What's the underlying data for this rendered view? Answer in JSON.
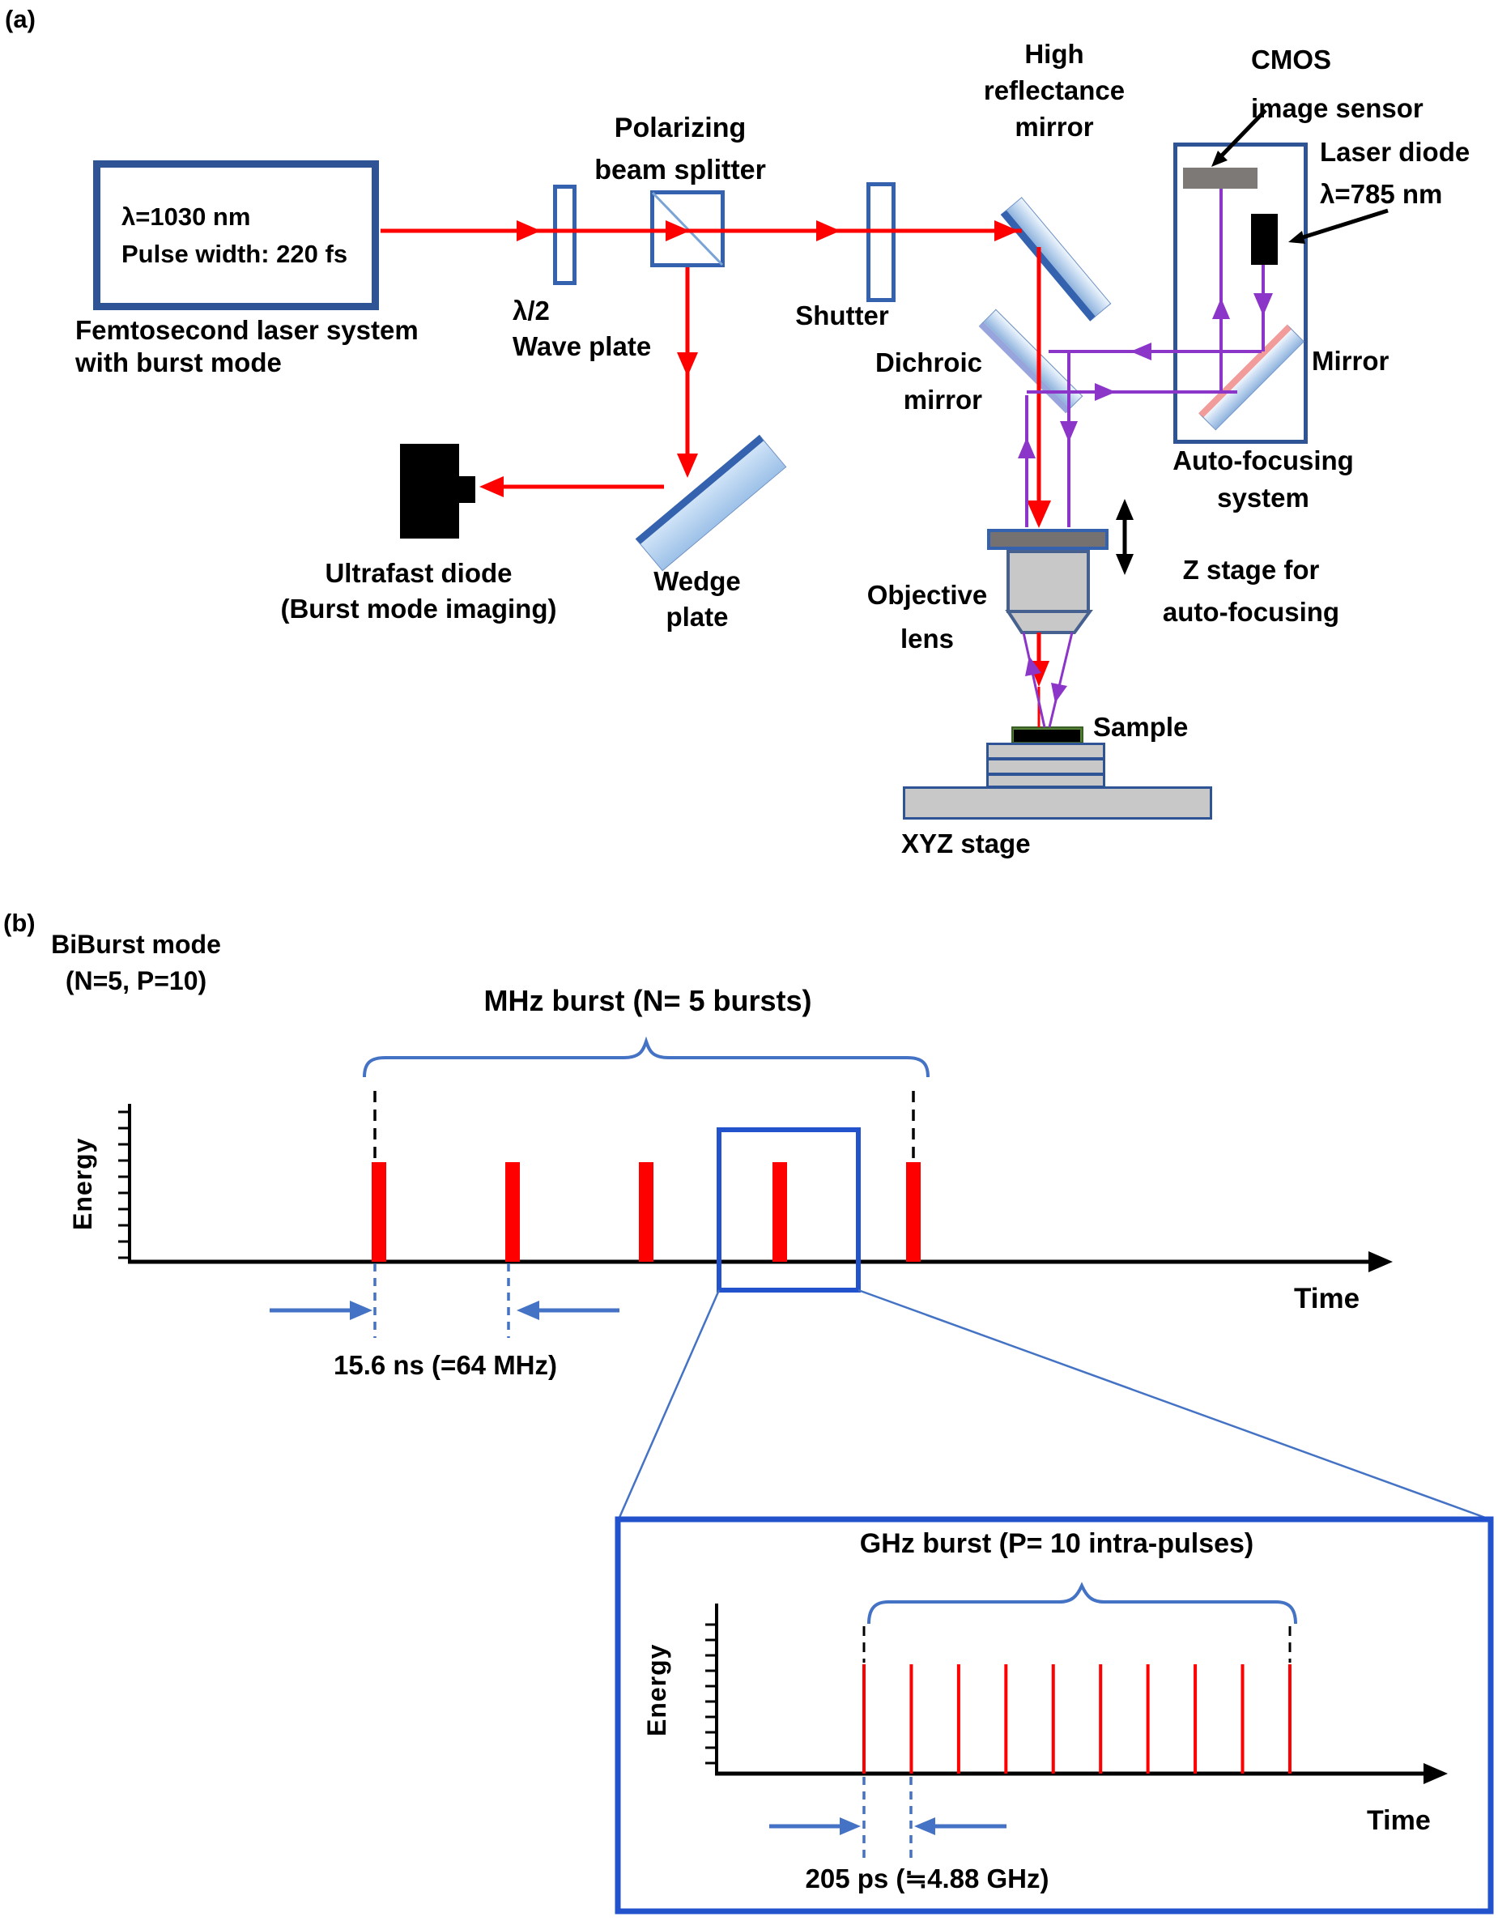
{
  "figure": {
    "panel_a": {
      "tag": "(a)",
      "laser_box": {
        "line1": "λ=1030 nm",
        "line2": "Pulse width: 220 fs"
      },
      "laser_caption": [
        "Femtosecond laser system",
        "with burst mode"
      ],
      "labels": {
        "waveplate": [
          "λ/2",
          "Wave plate"
        ],
        "pbs": [
          "Polarizing",
          "beam splitter"
        ],
        "shutter": "Shutter",
        "hr_mirror": [
          "High",
          "reflectance",
          "mirror"
        ],
        "cmos": [
          "CMOS",
          "image sensor"
        ],
        "laser_diode": [
          "Laser diode",
          "λ=785 nm"
        ],
        "af_mirror": "Mirror",
        "af_system": [
          "Auto-focusing",
          "system"
        ],
        "dichroic": [
          "Dichroic",
          "mirror"
        ],
        "zstage": [
          "Z stage for",
          "auto-focusing"
        ],
        "objective": [
          "Objective",
          "lens"
        ],
        "sample": "Sample",
        "xyz_stage": "XYZ stage",
        "ultrafast_diode": [
          "Ultrafast diode",
          "(Burst mode imaging)"
        ],
        "wedge": [
          "Wedge",
          "plate"
        ]
      }
    },
    "panel_b": {
      "tag": "(b)",
      "title": [
        "BiBurst mode",
        "(N=5, P=10)"
      ]
    }
  },
  "chart_data": [
    {
      "type": "bar",
      "id": "mhz_burst_train",
      "title": "MHz burst (N= 5 bursts)",
      "xlabel": "Time",
      "ylabel": "Energy",
      "n_pulses": 5,
      "values": [
        1,
        1,
        1,
        1,
        1
      ],
      "pulse_period_label": "15.6 ns (=64 MHz)",
      "axis_numeric_labels": false,
      "zoomed_pulse_index": 3
    },
    {
      "type": "bar",
      "id": "ghz_burst_inset",
      "title": "GHz burst (P= 10 intra-pulses)",
      "xlabel": "Time",
      "ylabel": "Energy",
      "n_pulses": 10,
      "values": [
        1,
        1,
        1,
        1,
        1,
        1,
        1,
        1,
        1,
        1
      ],
      "pulse_period_label": "205 ps (≒4.88 GHz)",
      "axis_numeric_labels": false
    }
  ],
  "colors": {
    "beam_red": "#fe0000",
    "beam_purple": "#8b35c9",
    "accent_blue": "#4472c4",
    "deep_blue": "#2f5496",
    "optic_border": "#3462ae",
    "zoom_box_blue": "#2353cc",
    "pulse_red": "#fe0000",
    "gray_sensor": "#7c7977",
    "gray_stage": "#c8c8c8",
    "sample_green": "#538135",
    "mirror_pink": "#f29b9b"
  }
}
